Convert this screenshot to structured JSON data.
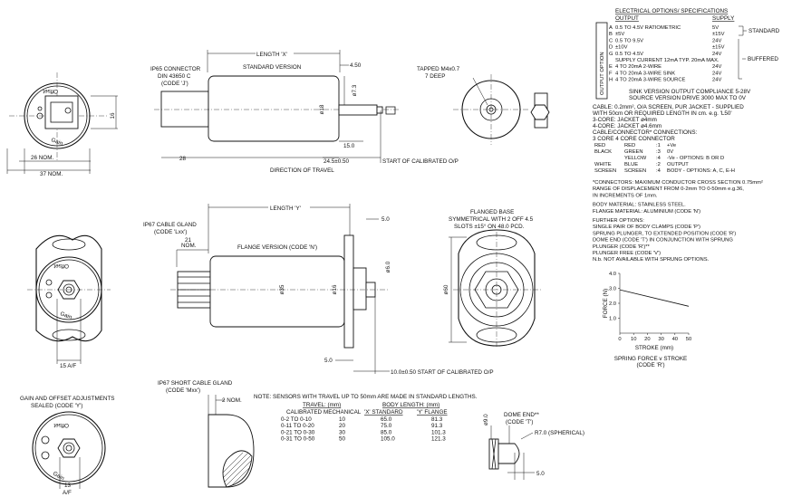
{
  "top": {
    "logo_text": "Gain",
    "logo_text2": "Offset",
    "ip65_connector": [
      "IP65 CONNECTOR",
      "DIN 43650 C",
      "(CODE 'J')"
    ],
    "length_x": "LENGTH 'X'",
    "standard_version": "STANDARD VERSION",
    "dim_450": "4.50",
    "dim_73": "ø7.3",
    "dim_18": "ø18",
    "dim_150": "15.0",
    "dim_28": "28",
    "dim_245": "24.5±0.50",
    "dim_16": "16",
    "dim_26": "26 NOM.",
    "dim_37": "37 NOM.",
    "start_op": "START OF CALIBRATED O/P",
    "direction": "DIRECTION OF TRAVEL",
    "tapped": [
      "TAPPED M4x0.7",
      "7 DEEP"
    ]
  },
  "electrical": {
    "title": "ELECTRICAL OPTIONS/ SPECIFICATIONS",
    "col_output": "OUTPUT",
    "col_supply": "SUPPLY",
    "vertical_label": "OUTPUT OPTION",
    "rows": [
      {
        "code": "A",
        "output": "0.5 TO 4.5V RATIOMETRIC",
        "supply": "5V"
      },
      {
        "code": "B",
        "output": "±5V",
        "supply": "±15V"
      },
      {
        "code": "C",
        "output": "0.5 TO 9.5V",
        "supply": "24V"
      },
      {
        "code": "D",
        "output": "±10V",
        "supply": "±15V"
      },
      {
        "code": "G",
        "output": "0.5 TO 4.5V",
        "supply": "24V"
      },
      {
        "code": "",
        "output": "SUPPLY CURRENT 12mA TYP. 20mA MAX.",
        "supply": ""
      },
      {
        "code": "E",
        "output": "4 TO 20mA 2-WIRE",
        "supply": "24V"
      },
      {
        "code": "F",
        "output": "4 TO 20mA 3-WIRE SINK",
        "supply": "24V"
      },
      {
        "code": "H",
        "output": "4 TO 20mA 3-WIRE SOURCE",
        "supply": "24V"
      }
    ],
    "standard": "STANDARD",
    "buffered": "BUFFERED",
    "sink_note": "SINK VERSION OUTPUT COMPLIANCE 5-28V",
    "source_note": "SOURCE VERSION DRIVE 3000 MAX TO 0V"
  },
  "cable": {
    "lines": [
      "CABLE: 0.2mm², O/A SCREEN, PUR JACKET - SUPPLIED",
      "WITH 50cm OR REQUIRED LENGTH IN cm.  e.g. 'L50'",
      "3-CORE: JACKET ø4mm",
      "4-CORE: JACKET ø4.6mm",
      "CABLE/CONNECTOR* CONNECTIONS:"
    ],
    "core_header": "3 CORE  4 CORE    CONNECTOR",
    "wiring": [
      [
        "RED",
        "RED",
        ":1",
        "+Ve"
      ],
      [
        "BLACK",
        "GREEN",
        ":3",
        "0V"
      ],
      [
        "",
        "YELLOW",
        ":4",
        "-Ve - OPTIONS: B OR D"
      ],
      [
        "WHITE",
        "BLUE",
        ":2",
        "OUTPUT"
      ],
      [
        "SCREEN",
        "SCREEN",
        ":4",
        "BODY - OPTIONS: A, C, E-H"
      ]
    ],
    "notes": [
      "*CONNECTORS: MAXIMUM CONDUCTOR CROSS SECTION 0.75mm²",
      "RANGE OF DISPLACEMENT FROM 0-2mm TO 0-50mm e.g.36,",
      "IN INCREMENTS OF 1mm.",
      "",
      "BODY MATERIAL: STAINLESS STEEL.",
      "FLANGE MATERIAL: ALUMINIUM (CODE 'N')",
      "",
      "FURTHER OPTIONS:",
      "SINGLE PAIR OF BODY CLAMPS (CODE 'P')",
      "SPRUNG PLUNGER, TO EXTENDED POSITION (CODE 'R')",
      "DOME END (CODE 'T') IN CONJUNCTION WITH SPRUNG",
      "PLUNGER (CODE 'R')**",
      "PLUNGER FREE (CODE 'V')",
      "N.b. NOT AVAILABLE WITH SPRUNG OPTIONS."
    ]
  },
  "chart_data": {
    "type": "line",
    "title": "SPRING FORCE v STROKE",
    "subtitle": "(CODE 'R')",
    "xlabel": "STROKE (mm)",
    "ylabel": "FORCE (N)",
    "xticks": [
      0,
      10,
      20,
      30,
      40,
      50
    ],
    "yticks": [
      1.0,
      2.0,
      3.0,
      4.0
    ],
    "xlim": [
      0,
      50
    ],
    "ylim": [
      0,
      4.0
    ],
    "x": [
      0,
      50
    ],
    "y": [
      2.9,
      1.8
    ]
  },
  "middle": {
    "ip67_gland": [
      "IP67 CABLE GLAND",
      "(CODE 'Lxx')"
    ],
    "nom21": [
      "21",
      "NOM."
    ],
    "length_y": "LENGTH 'Y'",
    "flange_version": "FLANGE VERSION (CODE 'N')",
    "flanged_base": [
      "FLANGED BASE",
      "SYMMETRICAL WITH 2 OFF 4.5",
      "SLOTS ±15° ON 48.0 PCD."
    ],
    "dim_5a": "5.0",
    "dim_5b": "5.0",
    "dim_35": "ø35",
    "dim_16": "ø16",
    "dim_6": "ø6.0",
    "dim_60": "ø60",
    "dim_15af": "15 A/F",
    "dim_10": "10.0±0.50 START OF CALIBRATED O/P"
  },
  "bottom": {
    "gain_offset": [
      "GAIN AND OFFSET ADJUSTMENTS",
      "SEALED (CODE 'Y')"
    ],
    "ip67_short": [
      "IP67 SHORT CABLE GLAND",
      "(CODE 'Mxx')"
    ],
    "nom2": "2 NOM.",
    "af13": [
      "13",
      "A/F"
    ],
    "note": "NOTE: SENSORS WITH TRAVEL UP TO 50mm ARE MADE IN STANDARD LENGTHS.",
    "table": {
      "head1": [
        "TRAVEL: (mm)",
        "BODY LENGTH: (mm)"
      ],
      "head2": [
        "CALIBRATED",
        "MECHANICAL",
        "'X' STANDARD",
        "'Y' FLANGE"
      ],
      "rows": [
        [
          "0-2 TO 0-10",
          "10",
          "65.0",
          "81.3"
        ],
        [
          "0-11 TO 0-20",
          "20",
          "75.0",
          "91.3"
        ],
        [
          "0-21 TO 0-30",
          "30",
          "85.0",
          "101.3"
        ],
        [
          "0-31 TO 0-50",
          "50",
          "105.0",
          "121.3"
        ]
      ]
    },
    "dome": [
      "DOME END**",
      "(CODE 'T')"
    ],
    "dome_r": "R7.0 (SPHERICAL)",
    "dome_dia": "ø9.0",
    "dome_5": "5.0"
  }
}
